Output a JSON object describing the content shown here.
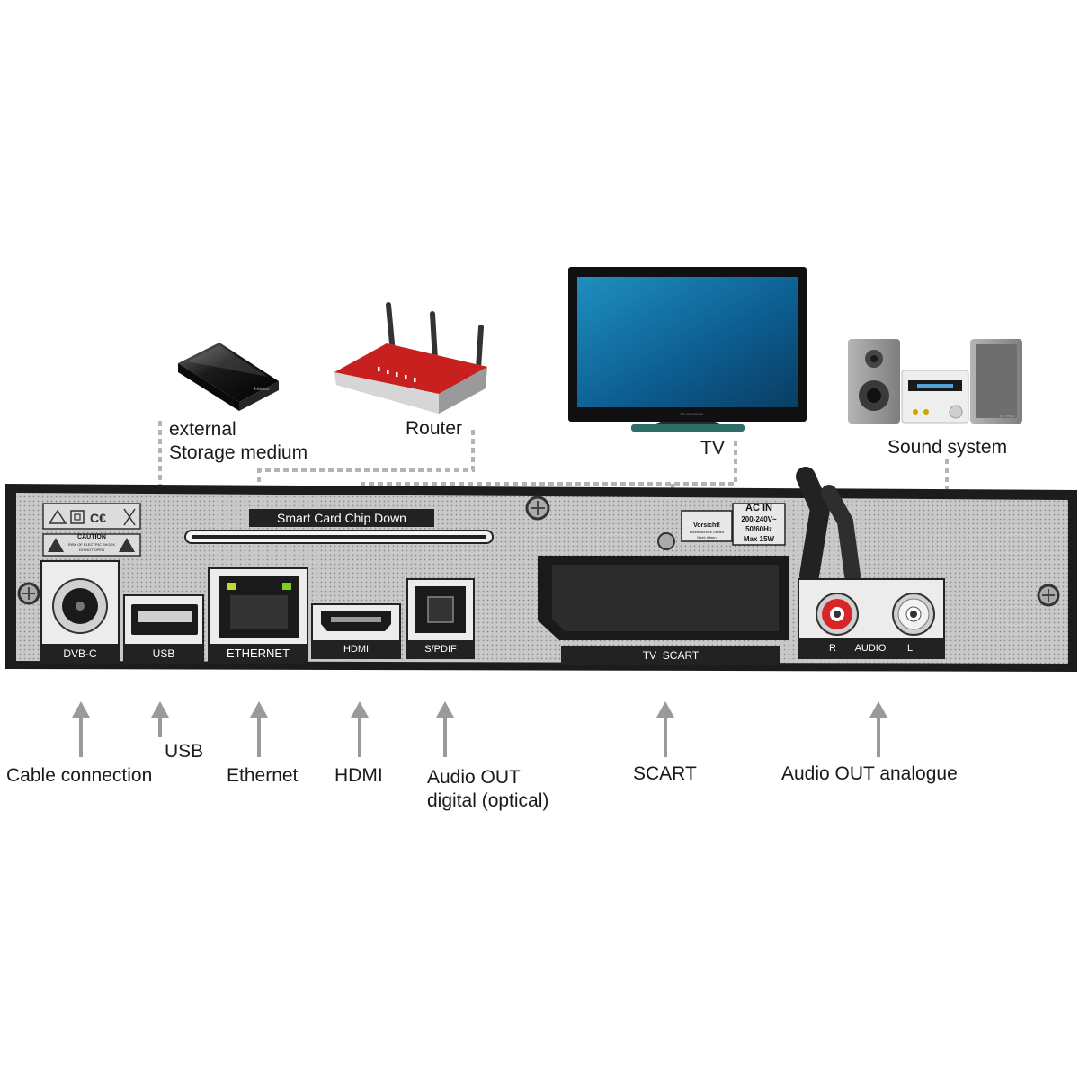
{
  "devices": {
    "storage": {
      "line1": "external",
      "line2": "Storage medium"
    },
    "router": {
      "label": "Router"
    },
    "tv": {
      "label": "TV"
    },
    "sound": {
      "label": "Sound system"
    }
  },
  "panel": {
    "smartcard_label": "Smart Card Chip Down",
    "caution_title": "CAUTION",
    "caution_line1": "RISK OF ELECTRIC SHOCK",
    "caution_line2": "DO NOT OPEN",
    "vorsicht_title": "Vorsicht!",
    "vorsicht_line1": "Elektroschock Gefahr",
    "vorsicht_line2": "Nicht öffnen",
    "ac_in": "AC IN",
    "ac_specs": [
      "200-240V~",
      "50/60Hz",
      "Max 15W"
    ],
    "ports": {
      "dvbc": "DVB-C",
      "usb": "USB",
      "ethernet": "ETHERNET",
      "hdmi": "HDMI",
      "spdif": "S/PDIF",
      "scart": "TV  SCART",
      "audio_r": "R",
      "audio": "AUDIO",
      "audio_l": "L"
    }
  },
  "callouts": {
    "cable": "Cable connection",
    "usb": "USB",
    "ethernet": "Ethernet",
    "hdmi": "HDMI",
    "optical_line1": "Audio OUT",
    "optical_line2": "digital (optical)",
    "scart": "SCART",
    "analogue": "Audio OUT analogue"
  },
  "colors": {
    "dotted_line": "#b4b4b4",
    "arrow": "#9a9a9a",
    "panel": "#c7c7c7",
    "frame": "#1c1c1c",
    "router_red": "#c8201e"
  }
}
